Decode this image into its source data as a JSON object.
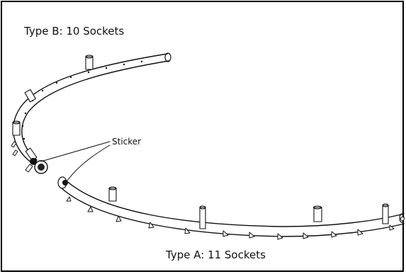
{
  "labels": {
    "type_b": "Type B: 10 Sockets",
    "type_a": "Type A: 11 Sockets",
    "sticker": "Sticker"
  },
  "parts": {
    "type_b_socket_count": 10,
    "type_a_socket_count": 11
  }
}
